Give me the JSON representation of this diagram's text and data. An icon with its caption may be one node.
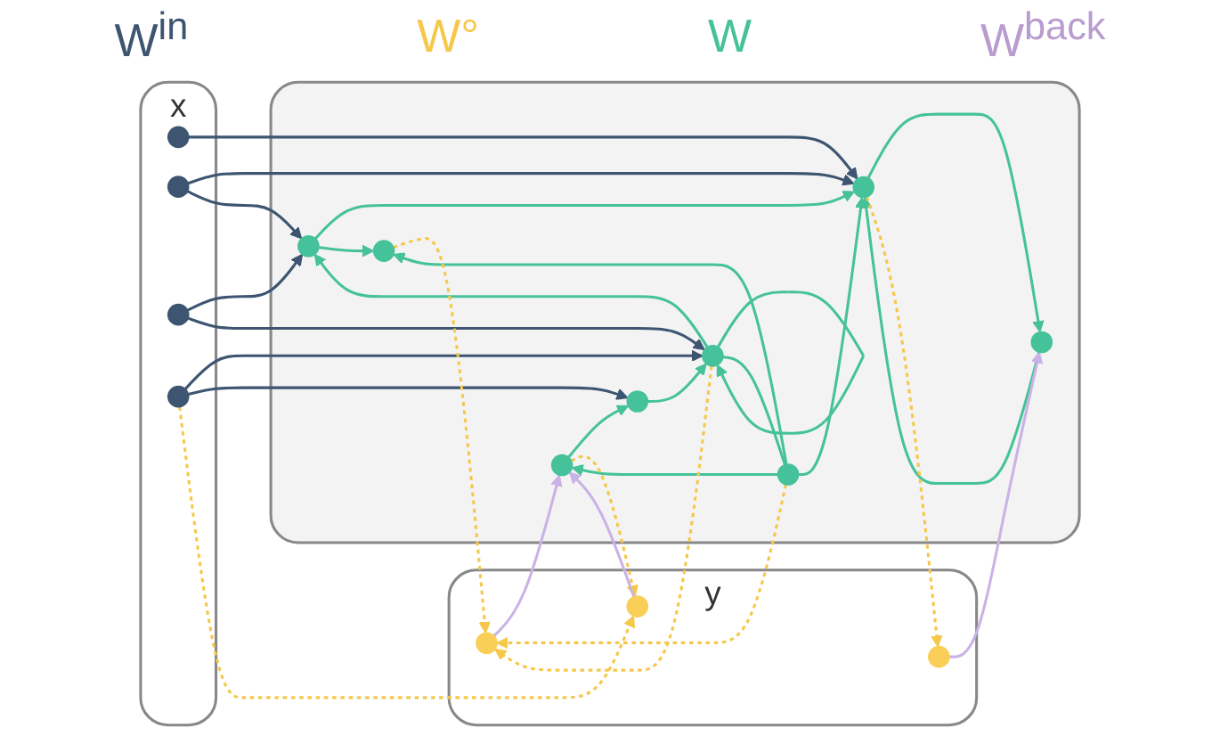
{
  "diagram": {
    "nodes": [
      {
        "text": [
          "x"
        ]
      },
      {
        "text": [],
        "shape": "circle",
        "in": 0
      },
      {
        "text": [],
        "shape": "circle",
        "in": 0
      },
      {
        "text": [],
        "shape": "circle",
        "in": 0
      },
      {
        "text": [],
        "shape": "circle",
        "in": 0
      },
      {
        "text": [],
        "shape": "cloud"
      },
      {
        "text": [],
        "shape": "circle",
        "in": 5
      },
      {
        "text": [],
        "shape": "circle",
        "in": 5
      },
      {
        "text": [],
        "shape": "circle",
        "in": 5
      },
      {
        "text": [],
        "shape": "circle",
        "in": 5
      },
      {
        "text": [],
        "shape": "circle",
        "in": 5
      },
      {
        "text": [],
        "shape": "circle",
        "in": 5
      },
      {
        "text": [],
        "shape": "circle",
        "in": 5
      },
      {
        "text": [],
        "shape": "circle",
        "in": 5
      },
      {
        "text": [
          "y"
        ]
      },
      {
        "text": [],
        "shape": "circle",
        "in": 14
      },
      {
        "text": [],
        "shape": "circle",
        "in": 14
      },
      {
        "text": [],
        "shape": "circle",
        "in": 14
      }
    ],
    "edges": [
      {
        "from": 1,
        "to": 6,
        "arrow": "to",
        "color": "#3d5570"
      },
      {
        "from": 2,
        "to": 6,
        "arrow": "to",
        "color": "#3d5570"
      },
      {
        "from": 2,
        "to": 7,
        "arrow": "to",
        "color": "#3d5570"
      },
      {
        "from": 3,
        "to": 7,
        "arrow": "to",
        "color": "#3d5570"
      },
      {
        "from": 3,
        "to": 10,
        "arrow": "to",
        "color": "#3d5570"
      },
      {
        "from": 4,
        "to": 10,
        "arrow": "to",
        "color": "#3d5570"
      },
      {
        "from": 4,
        "to": 13,
        "arrow": "to",
        "color": "#3d5570"
      },
      {
        "from": 7,
        "to": 6,
        "arrow": "to"
      },
      {
        "from": 6,
        "to": 9,
        "arrow": "to"
      },
      {
        "from": 9,
        "to": 6,
        "arrow": "to"
      },
      {
        "from": 11,
        "to": 6,
        "arrow": "to"
      },
      {
        "from": 7,
        "to": 8,
        "arrow": "to"
      },
      {
        "from": 10,
        "to": 7,
        "arrow": "to"
      },
      {
        "from": 10,
        "to": 10,
        "arrow": "to"
      },
      {
        "from": 10,
        "to": 11,
        "arrow": "none"
      },
      {
        "from": 11,
        "to": 8,
        "arrow": "to"
      },
      {
        "from": 13,
        "to": 10,
        "arrow": "to"
      },
      {
        "from": 11,
        "to": 12,
        "arrow": "to"
      },
      {
        "from": 12,
        "to": 13,
        "arrow": "to"
      },
      {
        "from": 6,
        "to": 15,
        "arrow": "to",
        "style": "dashed",
        "color": "#f5c84a"
      },
      {
        "from": 8,
        "to": 16,
        "arrow": "to",
        "style": "dashed",
        "color": "#f5c84a"
      },
      {
        "from": 11,
        "to": 16,
        "arrow": "to",
        "style": "dashed",
        "color": "#f5c84a"
      },
      {
        "from": 10,
        "to": 16,
        "arrow": "to",
        "style": "dashed",
        "color": "#f5c84a"
      },
      {
        "from": 12,
        "to": 17,
        "arrow": "to",
        "style": "dashed",
        "color": "#f5c84a"
      },
      {
        "from": 4,
        "to": 17,
        "arrow": "to",
        "style": "dashed",
        "color": "#f5c84a"
      },
      {
        "from": 15,
        "to": 9,
        "arrow": "to",
        "color": "#c9b3e6"
      },
      {
        "from": 16,
        "to": 12,
        "arrow": "to",
        "color": "#c9b3e6"
      },
      {
        "from": 17,
        "to": 12,
        "arrow": "to",
        "color": "#c9b3e6"
      }
    ],
    "labels": [
      "W$^{in}$",
      "W°",
      "W",
      "W$^{back}$"
    ]
  }
}
